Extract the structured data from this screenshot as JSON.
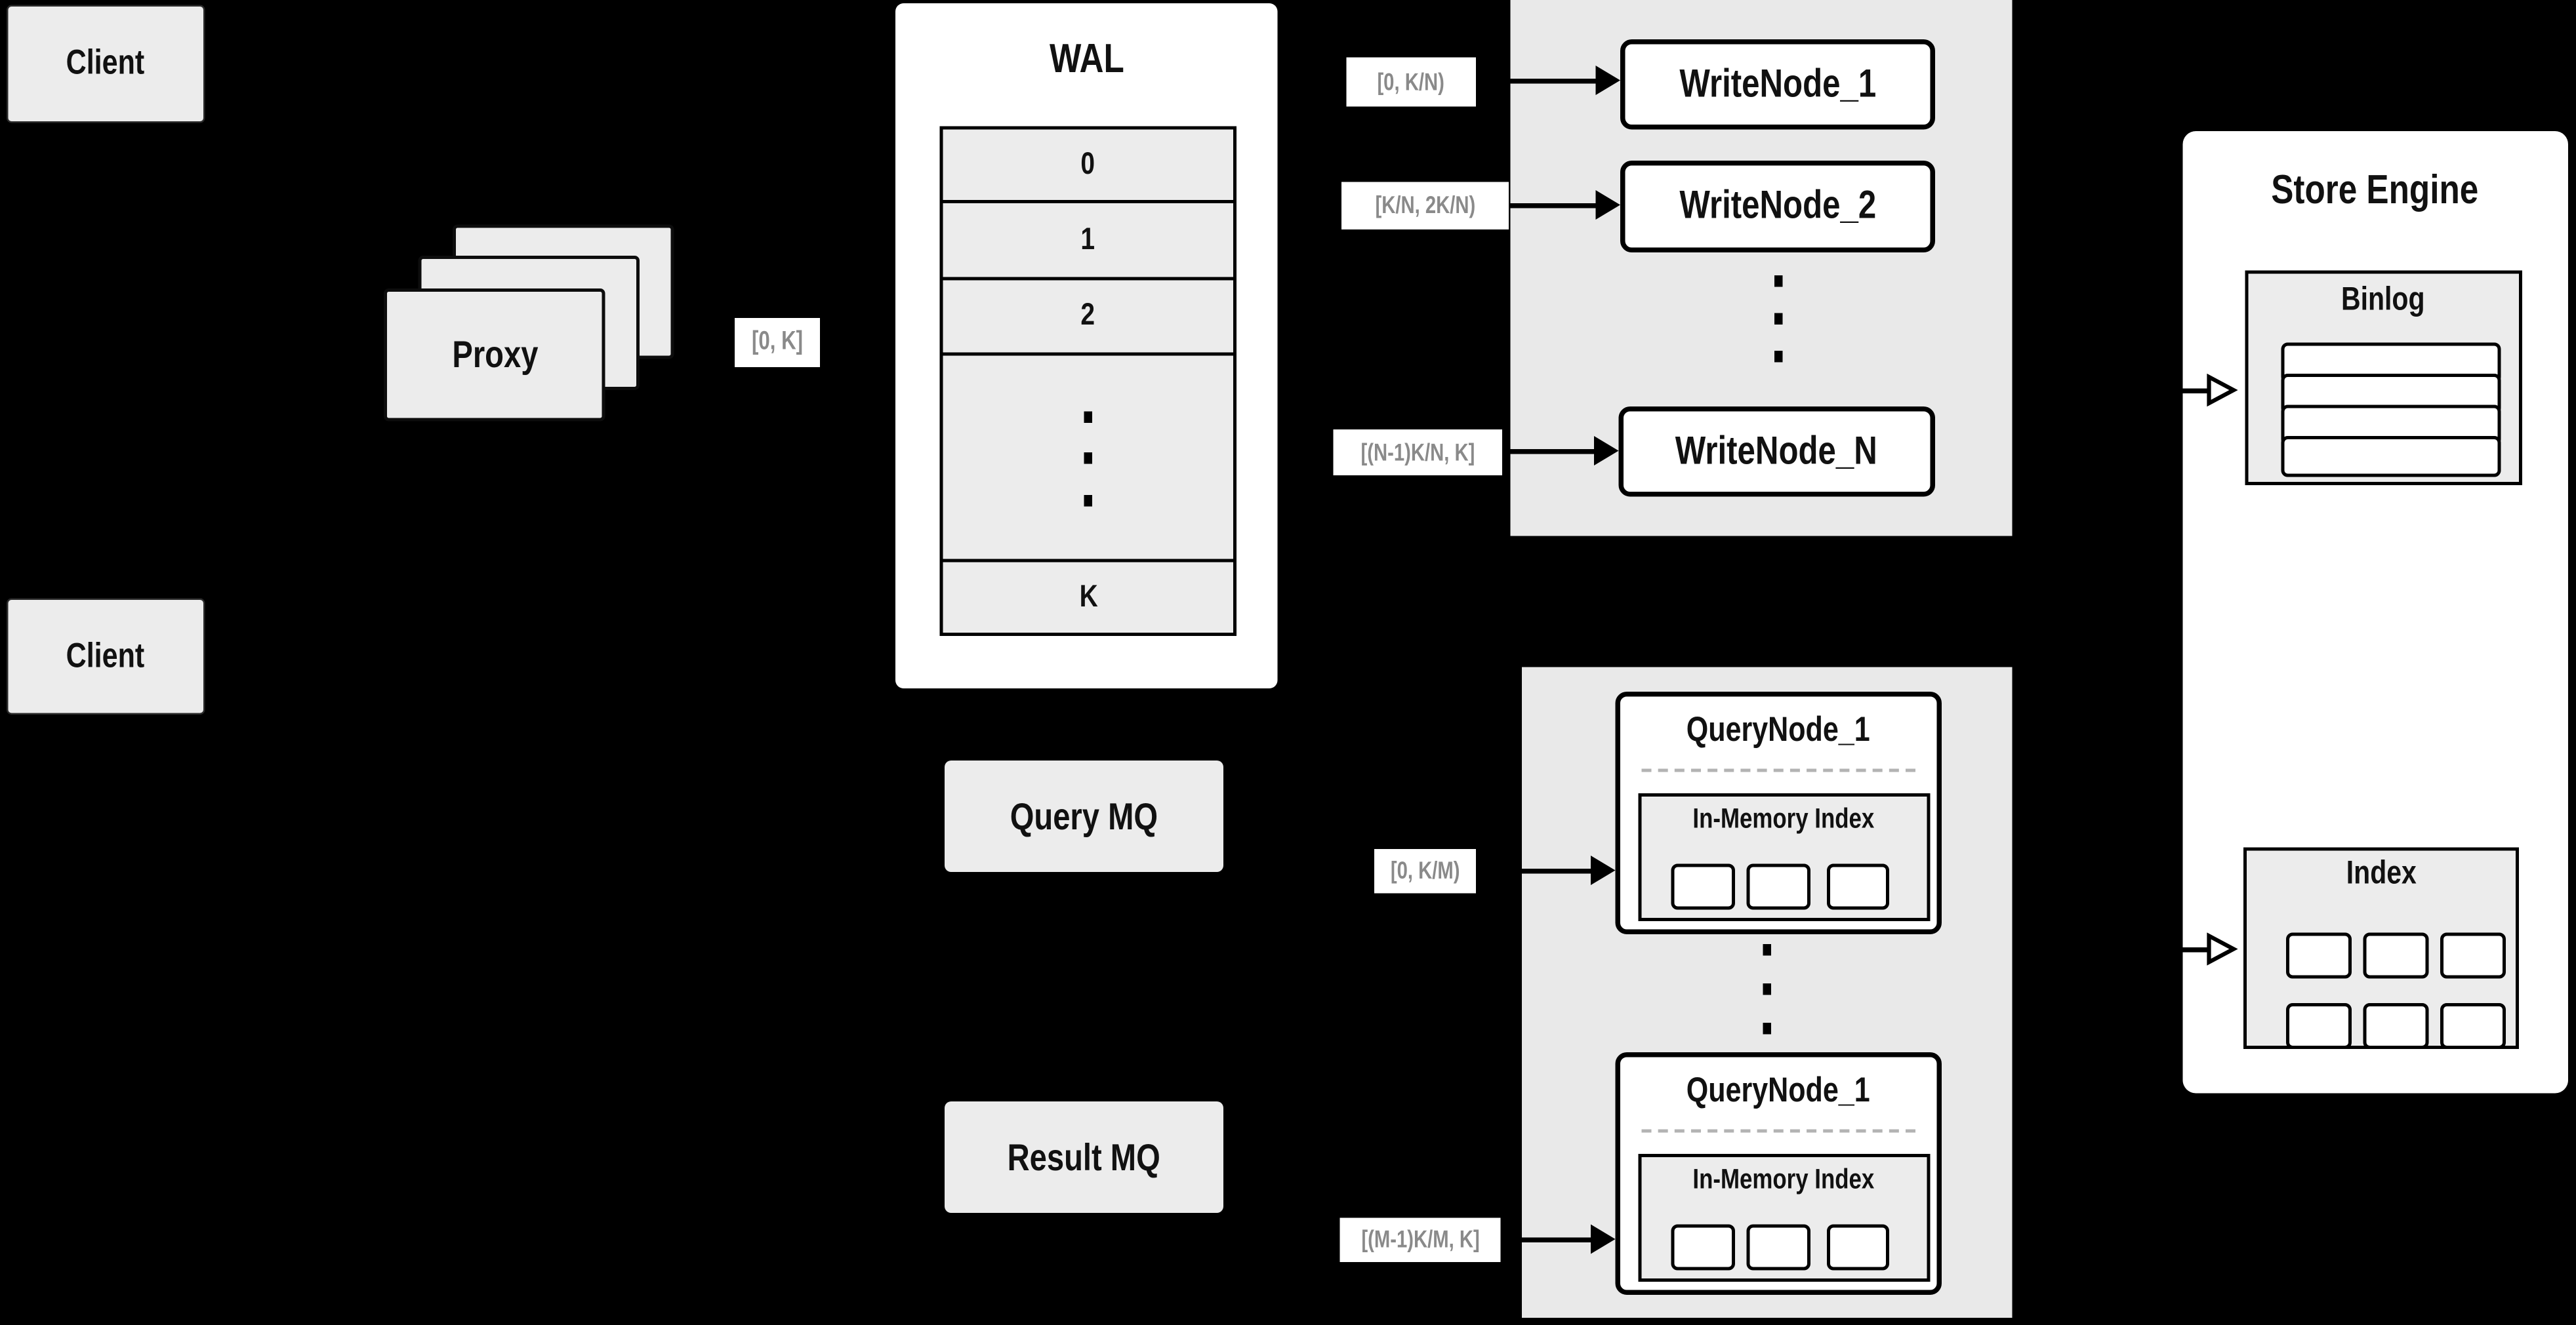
{
  "colors": {
    "background": "#000000",
    "panel": "#ffffff",
    "box_fill": "#ececec",
    "group_fill": "#e9e9e9",
    "border": "#000000",
    "label_text": "#8a8a8a",
    "text": "#111111",
    "dashed_divider": "#b3b3b3"
  },
  "clients": {
    "top_label": "Client",
    "bottom_label": "Client"
  },
  "proxy": {
    "label": "Proxy"
  },
  "range_labels": {
    "proxy_out": "[0, K]",
    "write_1": "[0, K/N)",
    "write_2": "[K/N, 2K/N)",
    "write_n": "[(N-1)K/N, K]",
    "query_1": "[0, K/M)",
    "query_m": "[(M-1)K/M, K]"
  },
  "wal": {
    "title": "WAL",
    "rows": [
      "0",
      "1",
      "2"
    ],
    "last_row": "K"
  },
  "write_group": {
    "node_1": "WriteNode_1",
    "node_2": "WriteNode_2",
    "node_n": "WriteNode_N"
  },
  "mq": {
    "query": "Query MQ",
    "result": "Result MQ"
  },
  "query_nodes": {
    "top": {
      "title": "QueryNode_1",
      "index_title": "In-Memory Index"
    },
    "bottom": {
      "title": "QueryNode_1",
      "index_title": "In-Memory Index"
    }
  },
  "store_engine": {
    "title": "Store Engine",
    "binlog_title": "Binlog",
    "index_title": "Index"
  }
}
